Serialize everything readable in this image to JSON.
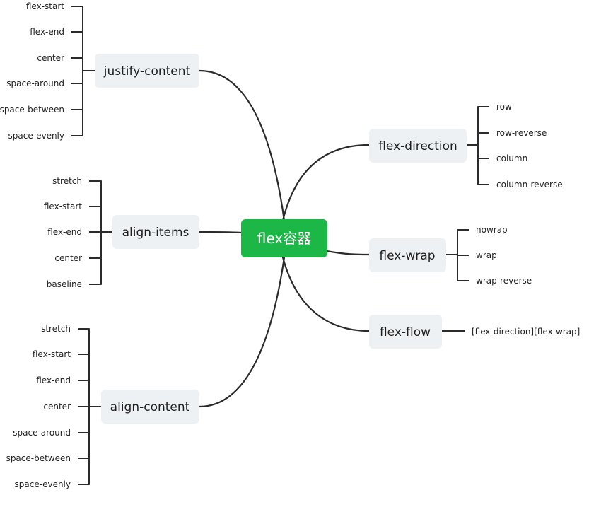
{
  "root": {
    "label": "flex容器"
  },
  "branches": {
    "justify_content": {
      "label": "justify-content",
      "items": [
        "flex-start",
        "flex-end",
        "center",
        "space-around",
        "space-between",
        "space-evenly"
      ]
    },
    "align_items": {
      "label": "align-items",
      "items": [
        "stretch",
        "flex-start",
        "flex-end",
        "center",
        "baseline"
      ]
    },
    "align_content": {
      "label": "align-content",
      "items": [
        "stretch",
        "flex-start",
        "flex-end",
        "center",
        "space-around",
        "space-between",
        "space-evenly"
      ]
    },
    "flex_direction": {
      "label": "flex-direction",
      "items": [
        "row",
        "row-reverse",
        "column",
        "column-reverse"
      ]
    },
    "flex_wrap": {
      "label": "flex-wrap",
      "items": [
        "nowrap",
        "wrap",
        "wrap-reverse"
      ]
    },
    "flex_flow": {
      "label": "flex-flow",
      "items": [
        "[flex-direction][flex-wrap]"
      ]
    }
  },
  "colors": {
    "root_fill": "#1db747",
    "node_fill": "#eef1f4",
    "line": "#2b2b2b"
  }
}
